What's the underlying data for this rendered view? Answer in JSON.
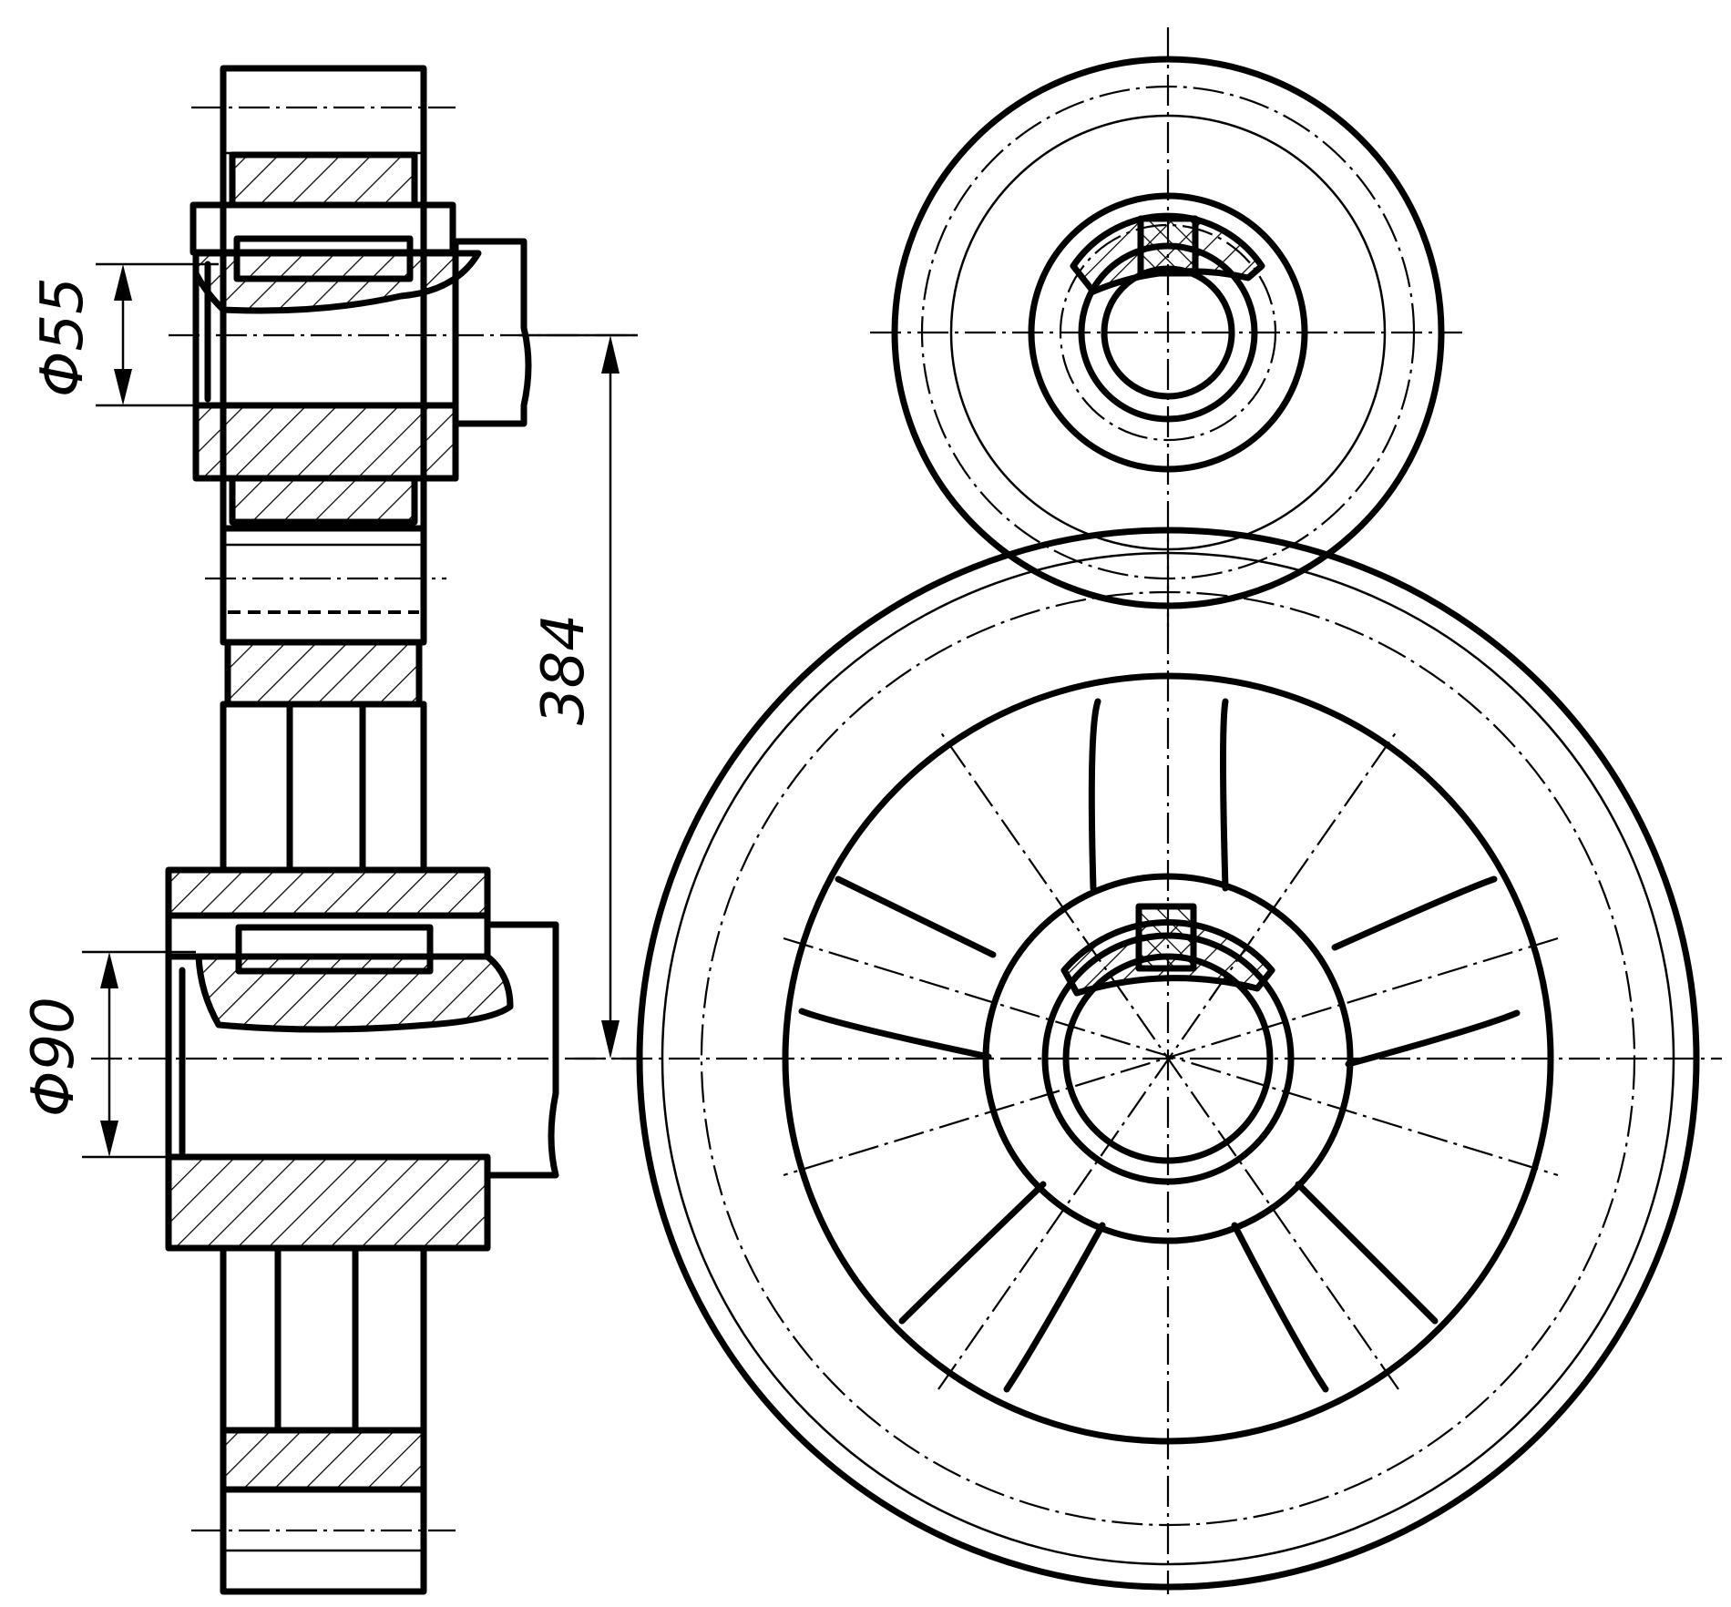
{
  "dimensions": {
    "small_bore": "Φ55",
    "large_bore": "Φ90",
    "center_distance": "384"
  },
  "colors": {
    "line": "#000000",
    "background": "#ffffff"
  }
}
